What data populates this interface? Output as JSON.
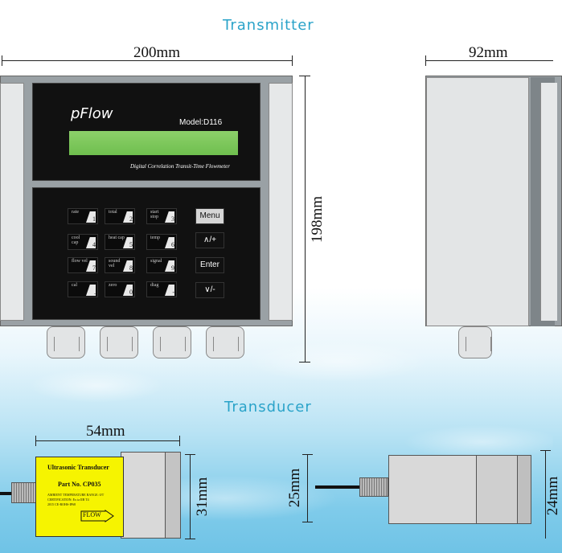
{
  "sections": {
    "transmitter_title": "Transmitter",
    "transducer_title": "Transducer"
  },
  "dimensions": {
    "transmitter_width": "200mm",
    "transmitter_depth": "92mm",
    "transmitter_height": "198mm",
    "transducer_length": "54mm",
    "transducer_height_front": "31mm",
    "transducer_side_height_small": "25mm",
    "transducer_side_height_large": "24mm"
  },
  "device": {
    "brand": "pFlow",
    "model": "Model:D116",
    "subtitle": "Digital Correlation Transit-Time Flowmeter"
  },
  "keypad": {
    "keys": [
      {
        "label": "rate",
        "num": "1"
      },
      {
        "label": "total",
        "num": "2"
      },
      {
        "label": "start stop",
        "num": "3"
      },
      {
        "label": "cool cap",
        "num": "4"
      },
      {
        "label": "heat cap",
        "num": "5"
      },
      {
        "label": "temp",
        "num": "6"
      },
      {
        "label": "flow vel",
        "num": "7"
      },
      {
        "label": "sound vel",
        "num": "8"
      },
      {
        "label": "signal",
        "num": "9"
      },
      {
        "label": "cal",
        "num": "."
      },
      {
        "label": "zero",
        "num": "0"
      },
      {
        "label": "diag",
        "num": "-"
      }
    ],
    "function_keys": [
      "Menu",
      "∧/+",
      "Enter",
      "∨/-"
    ]
  },
  "transducer_label": {
    "title": "Ultrasonic Transducer",
    "part": "Part No. CP035",
    "small_lines": [
      "AMBIENT TEMPERATURE RANGE: 0/T",
      "CERTIFICATION: Ex ia IIB T4",
      "2015 CE-ROHS-IP68"
    ],
    "flow": "FLOW"
  },
  "colors": {
    "section_title": "#2aa3c9",
    "lcd": "#7cc95b",
    "label": "#f6f400",
    "enclosure": "#9aa1a5"
  }
}
